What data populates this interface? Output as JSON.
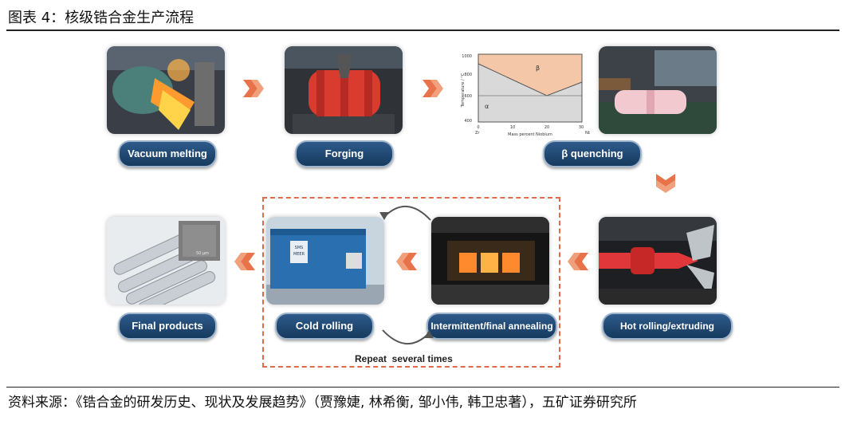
{
  "header": {
    "title": "图表 4：核级锆合金生产流程"
  },
  "steps": [
    {
      "label": "Vacuum melting"
    },
    {
      "label": "Forging"
    },
    {
      "label": "β quenching"
    },
    {
      "label": "Hot rolling/extruding"
    },
    {
      "label": "Intermittent/final annealing"
    },
    {
      "label": "Cold rolling"
    },
    {
      "label": "Final products"
    }
  ],
  "loop": {
    "label": "Repeat  several times"
  },
  "phase_diagram": {
    "ylabel": "Temperature / °C",
    "xlabel": "Mass percent Niobium",
    "x_ticks": [
      "0",
      "10",
      "20",
      "30"
    ],
    "y_ticks": [
      "1000",
      "800",
      "600",
      "400"
    ],
    "x_left": "Zr",
    "x_right": "Nb",
    "regions": [
      "β",
      "α"
    ]
  },
  "machine_text": {
    "line1": "SMS",
    "line2": "MEER"
  },
  "scale_text": "50 μm",
  "footer": {
    "source": "资料来源：《锆合金的研发历史、现状及发展趋势》（贾豫婕, 林希衡, 邹小伟, 韩卫忠著），五矿证券研究所"
  },
  "colors": {
    "pill": "#1f4670",
    "arrow": "#e8734a",
    "dashed_border": "#e06a4a",
    "phase_beta": "#f3c7a8"
  }
}
